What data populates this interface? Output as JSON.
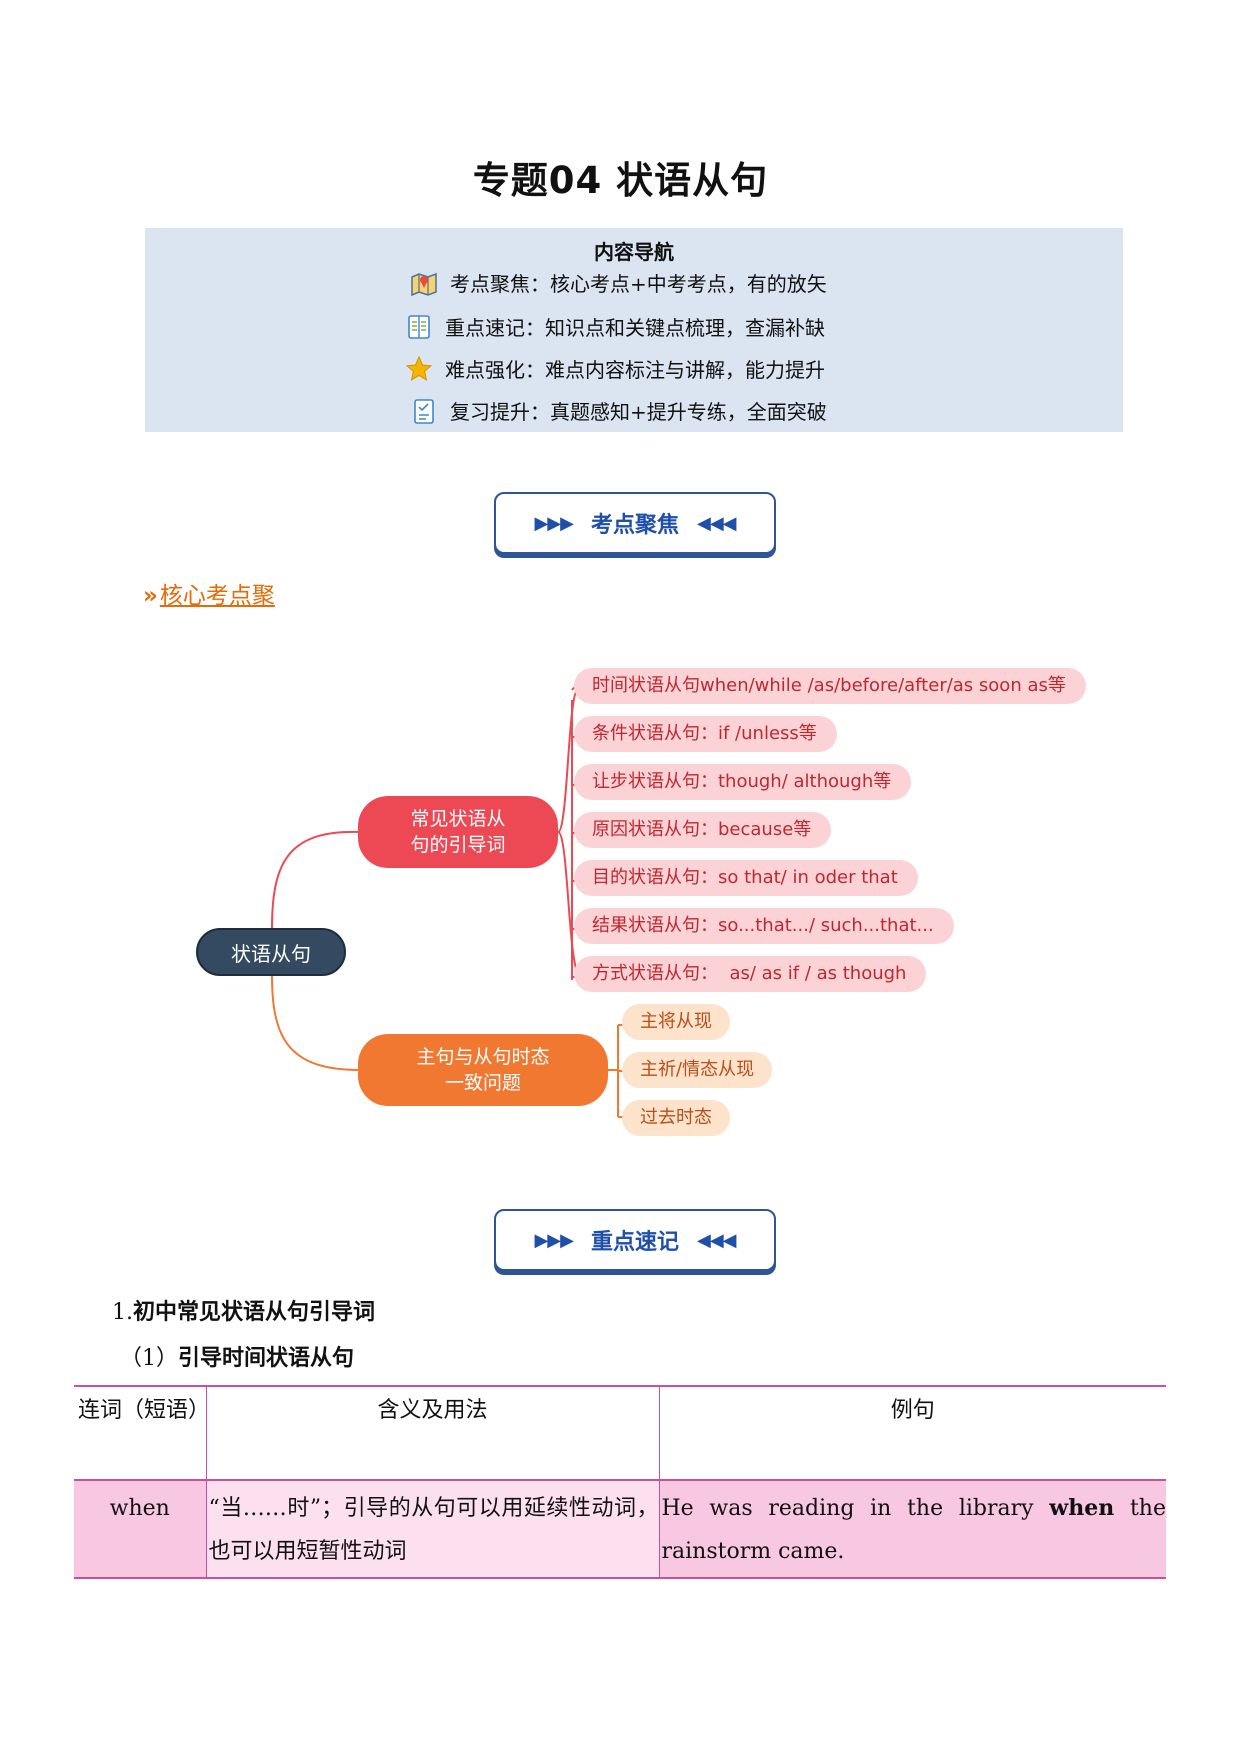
{
  "title": "专题04 状语从句",
  "nav": {
    "heading": "内容导航",
    "items": [
      {
        "label": "考点聚焦：",
        "text": "核心考点+中考考点，有的放矢",
        "icon": "map-icon"
      },
      {
        "label": "重点速记：",
        "text": "知识点和关键点梳理，查漏补缺",
        "icon": "book-icon"
      },
      {
        "label": "难点强化：",
        "text": "难点内容标注与讲解，能力提升",
        "icon": "star-icon"
      },
      {
        "label": "复习提升：",
        "text": "真题感知+提升专练，全面突破",
        "icon": "checklist-icon"
      }
    ]
  },
  "banner1": {
    "arrows_left": "▶▶▶",
    "label": "考点聚焦",
    "arrows_right": "◀◀◀"
  },
  "core_heading": {
    "chevron": "»",
    "text": "核心考点聚"
  },
  "mindmap": {
    "root": "状语从句",
    "branch_red": {
      "label_line1": "常见状语从",
      "label_line2": "句的引导词",
      "leaves": [
        "时间状语从句when/while /as/before/after/as soon as等",
        "条件状语从句：if /unless等",
        "让步状语从句：though/ although等",
        "原因状语从句：because等",
        "目的状语从句：so that/ in oder that",
        "结果状语从句：so...that.../ such...that...",
        "方式状语从句：  as/ as if / as though"
      ]
    },
    "branch_orange": {
      "label_line1": "主句与从句时态",
      "label_line2": "一致问题",
      "leaves": [
        "主将从现",
        "主祈/情态从现",
        "过去时态"
      ]
    }
  },
  "banner2": {
    "arrows_left": "▶▶▶",
    "label": "重点速记",
    "arrows_right": "◀◀◀"
  },
  "section1": {
    "num": "1.",
    "text": "初中常见状语从句引导词"
  },
  "section1_1": {
    "num": "（1）",
    "text": "引导时间状语从句"
  },
  "table": {
    "headers": [
      "连词（短语）",
      "含义及用法",
      "例句"
    ],
    "rows": [
      {
        "conj": "when",
        "usage": "“当……时”；引导的从句可以用延续性动词，也可以用短暂性动词",
        "example_pre": "He was reading in the library ",
        "example_bold": "when",
        "example_post": " the rainstorm came."
      }
    ]
  },
  "colors": {
    "nav_bg": "#dbe5f1",
    "banner_blue": "#1f4fa8",
    "accent_orange": "#e36c09",
    "table_border": "#c9519a"
  }
}
